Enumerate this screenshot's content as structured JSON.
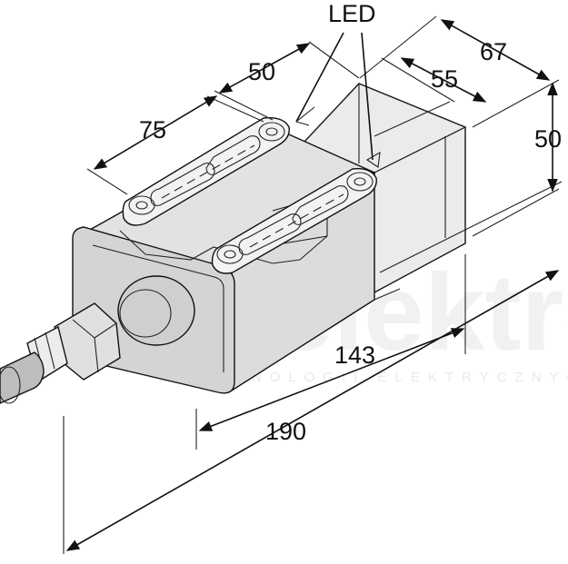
{
  "labels": {
    "led": "LED",
    "dim_75": "75",
    "dim_50_top": "50",
    "dim_67": "67",
    "dim_55": "55",
    "dim_50_right": "50",
    "dim_143": "143",
    "dim_190": "190"
  },
  "watermark": {
    "word": "elektro",
    "subtitle": "TECHNOLOGII ELEKTRYCZNYCH"
  },
  "colors": {
    "housing_fill": "#d9d9d9",
    "housing_light": "#ececec",
    "outline": "#111111"
  }
}
